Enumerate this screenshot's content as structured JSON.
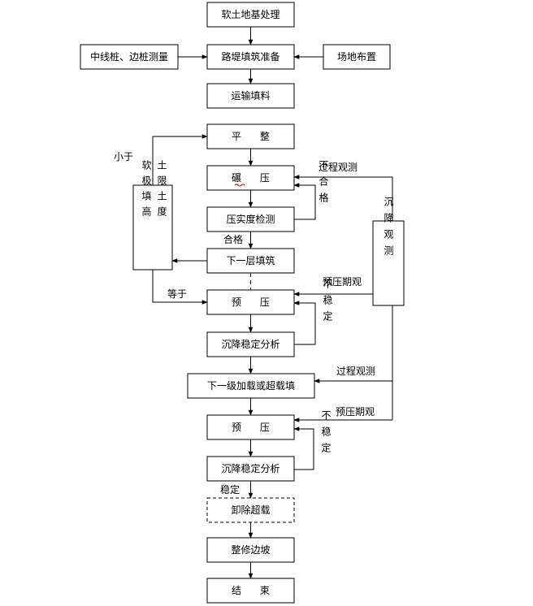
{
  "colors": {
    "stroke": "#000000",
    "background": "#ffffff",
    "squiggle": "#cc0000"
  },
  "nodes": {
    "soft_foundation": "软土地基处理",
    "centerline_survey": "中线桩、边桩测量",
    "embankment_prep": "路堤填筑准备",
    "site_layout": "场地布置",
    "transport_fill": "运输填料",
    "leveling": "平      整",
    "rolling": "碾      压",
    "compaction_test": "压实度检测",
    "next_layer": "下一层填筑",
    "preload_1": "预      压",
    "settlement_analysis_1": "沉降稳定分析",
    "next_loading": "下一级加载或超载填",
    "preload_2": "预      压",
    "settlement_analysis_2": "沉降稳定分析",
    "remove_surcharge": "卸除超载",
    "trim_slope": "整修边坡",
    "end": "结      束",
    "soft_soil_col1": "软极填高",
    "soft_soil_col2": "土限土度",
    "settlement_obs": "沉降观测"
  },
  "labels": {
    "less_than": "小于",
    "equal_to": "等于",
    "qualified": "合格",
    "unqualified": "不合格",
    "process_obs_1": "过程观测",
    "preload_period_obs_1": "预压期观",
    "unstable_1": "不稳定",
    "process_obs_2": "过程观测",
    "preload_period_obs_2": "预压期观",
    "unstable_2": "不稳定",
    "stable": "稳定"
  }
}
